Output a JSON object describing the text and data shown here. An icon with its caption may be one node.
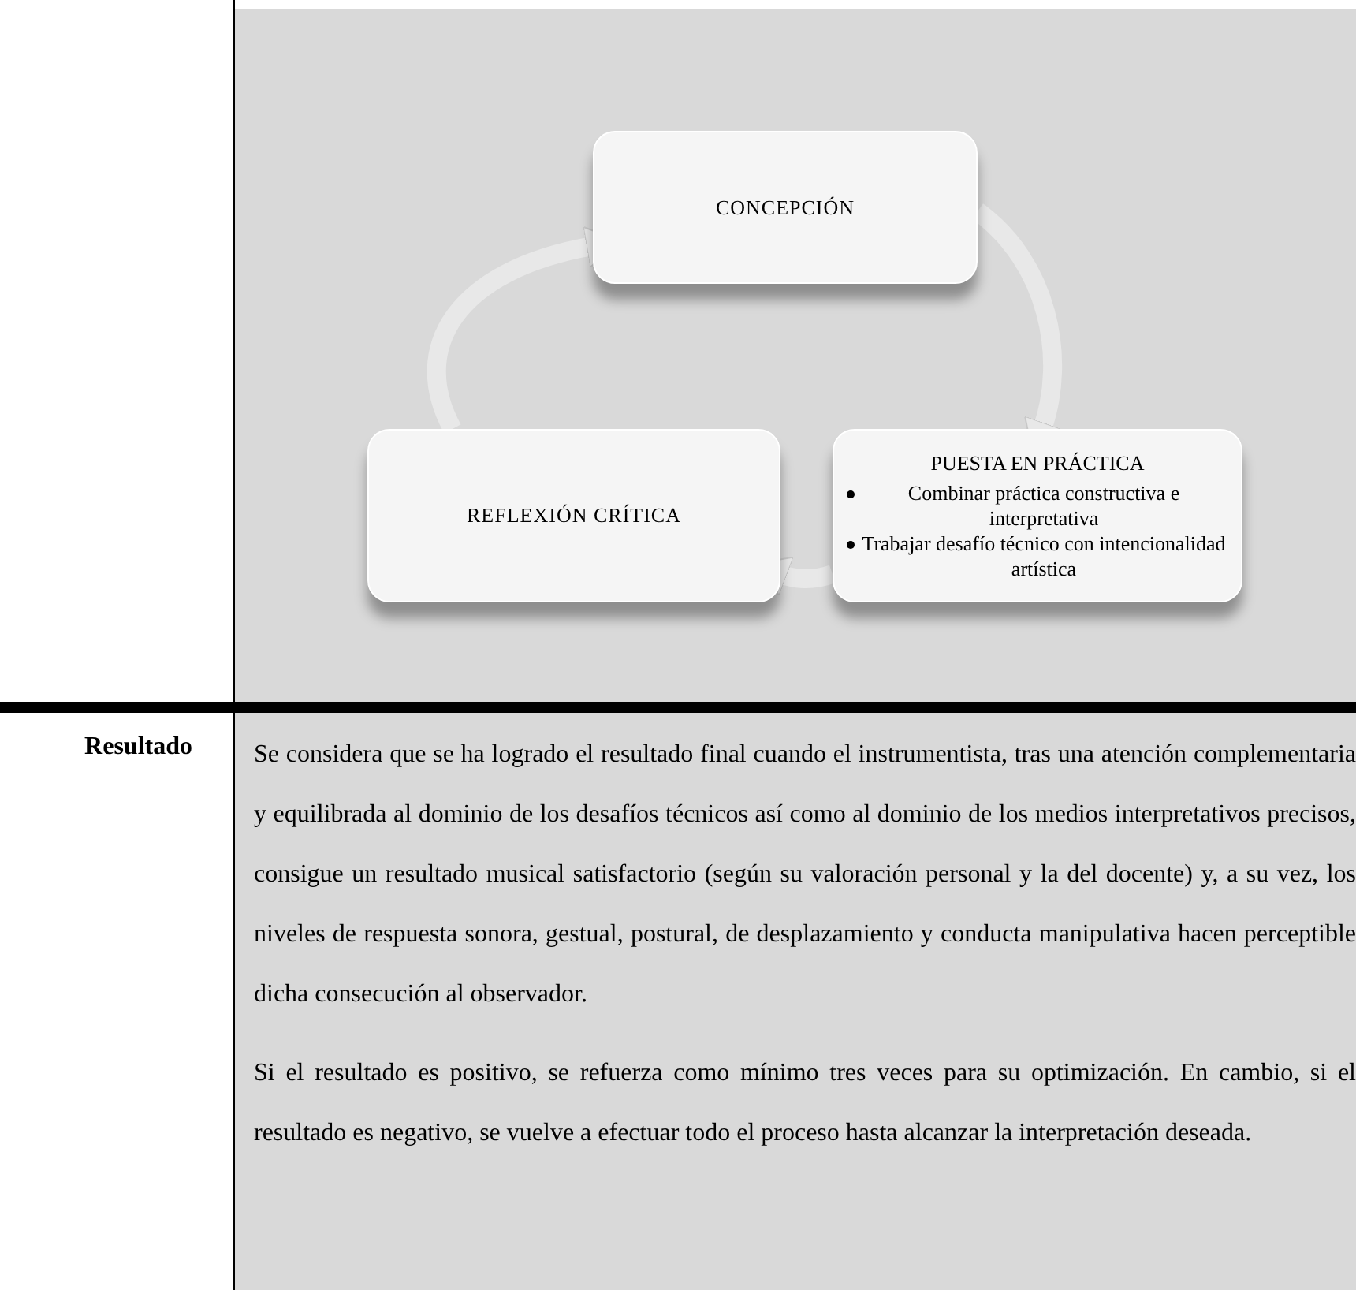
{
  "diagram": {
    "nodes": [
      {
        "text": [
          "CONCEPCIÓN"
        ]
      },
      {
        "text": [
          "PUESTA EN PRÁCTICA",
          "Combinar práctica constructiva e interpretativa",
          "Trabajar desafío técnico con intencionalidad artística"
        ]
      },
      {
        "text": [
          "REFLEXIÓN CRÍTICA"
        ]
      }
    ],
    "edges": [
      {
        "from": 0,
        "to": 1,
        "arrow": "to"
      },
      {
        "from": 1,
        "to": 2,
        "arrow": "to"
      },
      {
        "from": 2,
        "to": 0,
        "arrow": "to"
      }
    ],
    "labels": [
      "Resultado",
      "Se considera que se ha logrado el resultado final cuando el instrumentista, tras una atención complementaria y equilibrada al dominio de los desafíos técnicos así como al dominio de los medios interpretativos precisos, consigue un resultado musical satisfactorio (según su valoración personal y la del docente) y, a su vez, los niveles de respuesta sonora, gestual, postural, de desplazamiento y conducta manipulativa hacen perceptible dicha consecución al observador.",
      "Si el resultado es positivo, se refuerza como mínimo tres veces para su optimización. En cambio, si el resultado es negativo, se vuelve a efectuar todo el proceso hasta alcanzar la interpretación deseada."
    ]
  }
}
